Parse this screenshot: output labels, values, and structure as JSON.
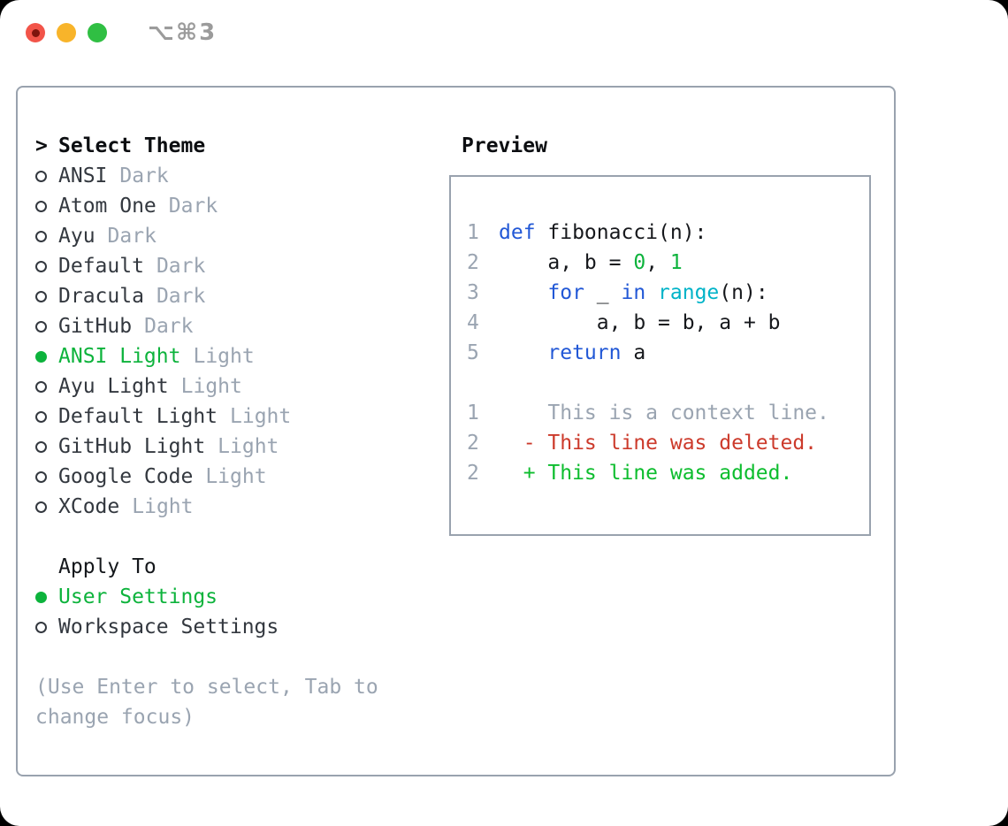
{
  "titlebar": {
    "shortcut": "⌥⌘3"
  },
  "theme_menu": {
    "header_prefix": ">",
    "header": "Select Theme",
    "items": [
      {
        "name": "ANSI",
        "variant": "Dark",
        "selected": false
      },
      {
        "name": "Atom One",
        "variant": "Dark",
        "selected": false
      },
      {
        "name": "Ayu",
        "variant": "Dark",
        "selected": false
      },
      {
        "name": "Default",
        "variant": "Dark",
        "selected": false
      },
      {
        "name": "Dracula",
        "variant": "Dark",
        "selected": false
      },
      {
        "name": "GitHub",
        "variant": "Dark",
        "selected": false
      },
      {
        "name": "ANSI Light",
        "variant": "Light",
        "selected": true
      },
      {
        "name": "Ayu Light",
        "variant": "Light",
        "selected": false
      },
      {
        "name": "Default Light",
        "variant": "Light",
        "selected": false
      },
      {
        "name": "GitHub Light",
        "variant": "Light",
        "selected": false
      },
      {
        "name": "Google Code",
        "variant": "Light",
        "selected": false
      },
      {
        "name": "XCode",
        "variant": "Light",
        "selected": false
      }
    ]
  },
  "apply_to": {
    "header": "Apply To",
    "options": [
      {
        "name": "User Settings",
        "selected": true
      },
      {
        "name": "Workspace Settings",
        "selected": false
      }
    ]
  },
  "help": {
    "line1": "(Use Enter to select, Tab to",
    "line2": "change focus)"
  },
  "preview": {
    "header": "Preview",
    "code_lines": [
      {
        "num": "1",
        "tokens": [
          {
            "t": "def",
            "c": "kw"
          },
          {
            "t": " fibonacci(n):",
            "c": "fg"
          }
        ]
      },
      {
        "num": "2",
        "tokens": [
          {
            "t": "    a, b = ",
            "c": "fg"
          },
          {
            "t": "0",
            "c": "num"
          },
          {
            "t": ", ",
            "c": "fg"
          },
          {
            "t": "1",
            "c": "num"
          }
        ]
      },
      {
        "num": "3",
        "tokens": [
          {
            "t": "    ",
            "c": "fg"
          },
          {
            "t": "for",
            "c": "kw"
          },
          {
            "t": " _ ",
            "c": "fg"
          },
          {
            "t": "in",
            "c": "kw"
          },
          {
            "t": " ",
            "c": "fg"
          },
          {
            "t": "range",
            "c": "builtin"
          },
          {
            "t": "(n):",
            "c": "fg"
          }
        ]
      },
      {
        "num": "4",
        "tokens": [
          {
            "t": "        a, b = b, a + b",
            "c": "fg"
          }
        ]
      },
      {
        "num": "5",
        "tokens": [
          {
            "t": "    ",
            "c": "fg"
          },
          {
            "t": "return",
            "c": "kw"
          },
          {
            "t": " a",
            "c": "fg"
          }
        ]
      },
      {
        "num": "",
        "tokens": []
      },
      {
        "num": "1",
        "tokens": [
          {
            "t": "    This is a context line.",
            "c": "context"
          }
        ]
      },
      {
        "num": "2",
        "tokens": [
          {
            "t": "  - This line was deleted.",
            "c": "deleted"
          }
        ]
      },
      {
        "num": "2",
        "tokens": [
          {
            "t": "  + This line was added.",
            "c": "added"
          }
        ]
      }
    ]
  },
  "colors": {
    "accent-green": "#0db33c",
    "keyword-blue": "#2258d6",
    "builtin-cyan": "#00b3c8",
    "deleted-red": "#cc3a2b",
    "added-green": "#0dbd2e",
    "muted-gray": "#9aa4b1",
    "border-gray": "#99a2ae"
  }
}
